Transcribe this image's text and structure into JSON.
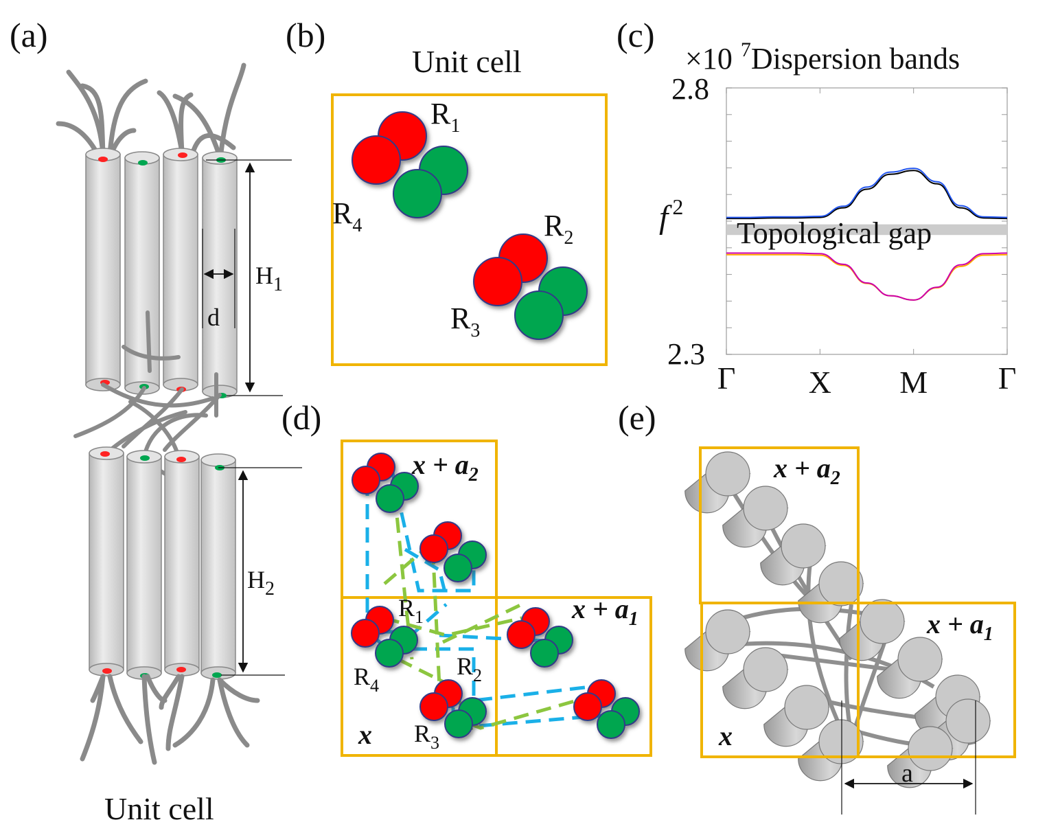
{
  "panels": {
    "a": {
      "label": "(a)",
      "caption": "Unit cell",
      "h1": "H",
      "h1_sub": "1",
      "h2": "H",
      "h2_sub": "2",
      "d": "d"
    },
    "b": {
      "label": "(b)",
      "title": "Unit cell",
      "r1": "R",
      "r1_sub": "1",
      "r2": "R",
      "r2_sub": "2",
      "r3": "R",
      "r3_sub": "3",
      "r4": "R",
      "r4_sub": "4"
    },
    "c": {
      "label": "(c)",
      "scale_prefix": "×10",
      "scale_exp": "7",
      "title": "Dispersion bands",
      "ylabel": "f",
      "ylabel_exp": "2",
      "gap_label": "Topological gap",
      "y_top": "2.8",
      "y_bottom": "2.3"
    },
    "d": {
      "label": "(d)",
      "x": "x",
      "x_plus": "x + ",
      "a": "a",
      "a1_sub": "1",
      "a2_sub": "2",
      "r1": "R",
      "r1_sub": "1",
      "r2": "R",
      "r2_sub": "2",
      "r3": "R",
      "r3_sub": "3",
      "r4": "R",
      "r4_sub": "4"
    },
    "e": {
      "label": "(e)",
      "x": "x",
      "x_plus": "x + ",
      "a": "a",
      "a1_sub": "1",
      "a2_sub": "2",
      "lattice": "a"
    }
  },
  "colors": {
    "frame": "#f0b400",
    "red_rod": "#ff0000",
    "green_rod": "#00a650",
    "link_blue": "#1ab0e8",
    "link_green": "#8cc63f",
    "gap_fill": "#cccccc",
    "band_black": "#000000",
    "band_blue": "#2255ee",
    "band_magenta": "#cc00aa",
    "band_orange": "#ffaa00"
  },
  "chart_data": {
    "type": "line",
    "title": "Dispersion bands",
    "xlabel": "",
    "ylabel": "f^2",
    "y_scale_factor": "×10^7",
    "ylim": [
      2.3,
      2.8
    ],
    "x_ticks": [
      "Γ",
      "X",
      "M",
      "Γ"
    ],
    "x": [
      0,
      0.25,
      0.5,
      0.75,
      1,
      1.25,
      1.5,
      1.75,
      2,
      2.25,
      2.5,
      2.75,
      3
    ],
    "series": [
      {
        "values": [
          2.555,
          2.555,
          2.556,
          2.556,
          2.557,
          2.575,
          2.61,
          2.638,
          2.645,
          2.62,
          2.575,
          2.556,
          2.555
        ]
      },
      {
        "values": [
          2.557,
          2.557,
          2.558,
          2.558,
          2.559,
          2.578,
          2.614,
          2.642,
          2.649,
          2.624,
          2.579,
          2.558,
          2.557
        ]
      },
      {
        "values": [
          2.487,
          2.487,
          2.487,
          2.487,
          2.486,
          2.467,
          2.433,
          2.41,
          2.402,
          2.425,
          2.465,
          2.486,
          2.487
        ]
      },
      {
        "values": [
          2.49,
          2.49,
          2.49,
          2.49,
          2.489,
          2.469,
          2.434,
          2.41,
          2.402,
          2.426,
          2.468,
          2.489,
          2.49
        ]
      }
    ],
    "gap_band": [
      2.524,
      2.544
    ],
    "grid": false
  }
}
